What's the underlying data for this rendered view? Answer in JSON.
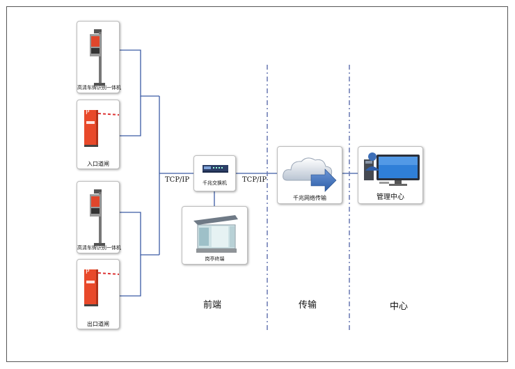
{
  "devices": {
    "camera_top": {
      "label": "高清车牌识别一体机"
    },
    "barrier_entry": {
      "label": "入口道闸",
      "sign": "P"
    },
    "camera_bottom": {
      "label": "高清车牌识别一体机"
    },
    "barrier_exit": {
      "label": "出口道闸",
      "sign": "P"
    },
    "switch": {
      "label": "千兆交换机"
    },
    "booth": {
      "label": "岗亭终端"
    },
    "network": {
      "label": "千兆网络传输"
    },
    "center": {
      "label": "管理中心"
    }
  },
  "links": {
    "left_protocol": "TCP/IP",
    "right_protocol": "TCP/IP"
  },
  "zones": {
    "front": "前端",
    "transmission": "传输",
    "center": "中心"
  },
  "colors": {
    "wire": "#3b5ba5",
    "divider": "#6f7fb5",
    "barrier_orange": "#e8492a",
    "arrow_blue": "#2e5fa8",
    "monitor_blue": "#2f7fd8"
  }
}
